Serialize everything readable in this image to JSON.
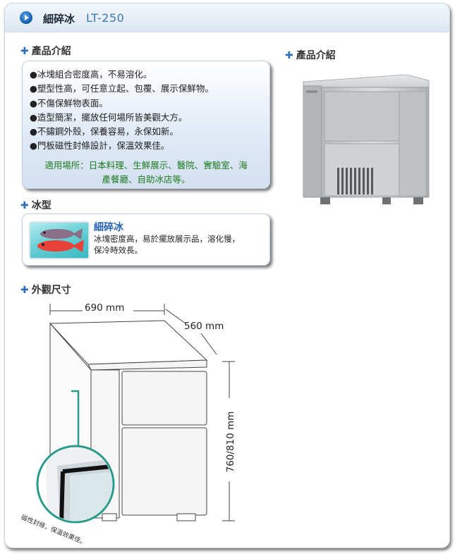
{
  "header": {
    "title": "細碎冰",
    "model": "LT-250"
  },
  "product_intro": {
    "heading": "產品介紹",
    "features": [
      "冰塊組合密度高，不易溶化。",
      "塑型性高，可任意立起、包覆、展示保鮮物。",
      "不傷保鮮物表面。",
      "造型簡潔，擺放任何場所皆美觀大方。",
      "不鏽鋼外殼，保養容易，永保如新。",
      "門板磁性封條設計，保溫效果佳。"
    ],
    "applications_line1": "適用場所：日本料理、生鮮展示、醫院、實驗室、海",
    "applications_line2": "產餐廳、自助冰店等。"
  },
  "ice_type": {
    "heading": "冰型",
    "name": "細碎冰",
    "desc_line1": "冰塊密度高，易於擺放展示品，溶化慢，",
    "desc_line2": "保冷時效長。"
  },
  "dimensions": {
    "heading": "外觀尺寸",
    "width": "690 mm",
    "depth": "560 mm",
    "height": "760/810 mm",
    "seal_caption": "磁性封條，保溫效果佳。"
  },
  "photo_section": {
    "heading": "產品介紹"
  },
  "colors": {
    "accent_blue": "#2a63b6",
    "green_text": "#1e7a1e",
    "plus_blue": "#2e6fb8"
  }
}
